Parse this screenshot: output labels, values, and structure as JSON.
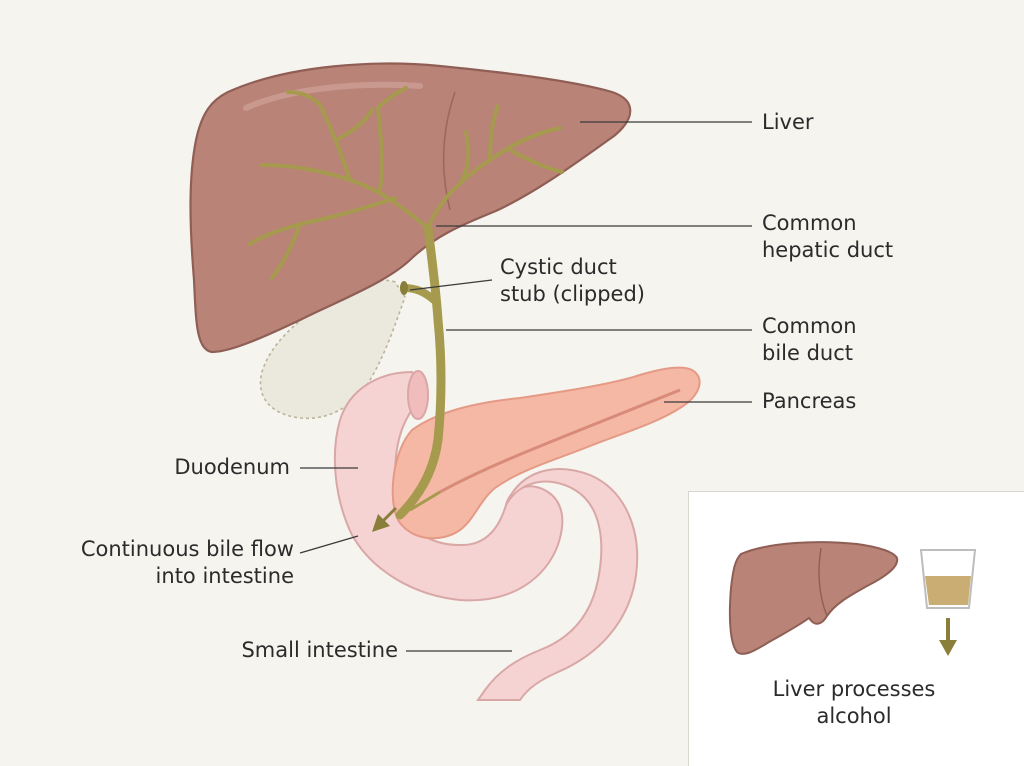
{
  "labels": {
    "liver": "Liver",
    "common_hepatic_duct": "Common\nhepatic duct",
    "cystic_duct_stub": "Cystic duct\nstub (clipped)",
    "common_bile_duct": "Common\nbile duct",
    "pancreas": "Pancreas",
    "duodenum": "Duodenum",
    "bile_flow": "Continuous bile flow\ninto intestine",
    "small_intestine": "Small intestine"
  },
  "inset": {
    "caption": "Liver processes\nalcohol"
  },
  "colors": {
    "background": "#f6f4ef",
    "liver": "#b98378",
    "bile_duct": "#a69a4e",
    "intestine": "#f5d3d2",
    "pancreas": "#f4b8a4",
    "leader_line": "#3a3a3a"
  },
  "icons": [
    "liver-icon",
    "glass-icon",
    "arrow-down-icon"
  ]
}
